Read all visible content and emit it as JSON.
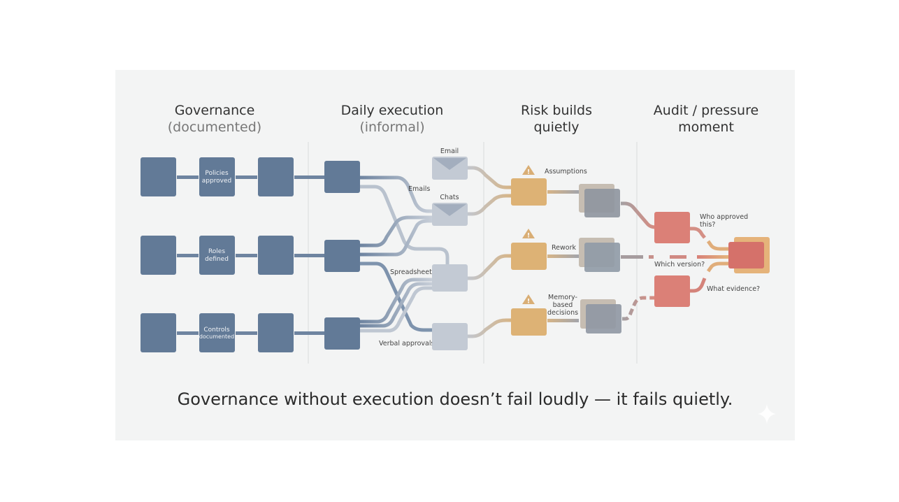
{
  "columns": [
    {
      "title": "Governance",
      "subtitle": "(documented)"
    },
    {
      "title": "Daily execution",
      "subtitle": "(informal)"
    },
    {
      "title": "Risk builds",
      "subtitle": "quietly"
    },
    {
      "title": "Audit / pressure",
      "subtitle": "moment"
    }
  ],
  "governance": {
    "rows": [
      {
        "label_line1": "Policies",
        "label_line2": "approved"
      },
      {
        "label_line1": "Roles",
        "label_line2": "defined"
      },
      {
        "label_line1": "Controls",
        "label_line2": "documented"
      }
    ]
  },
  "execution": {
    "channels": [
      {
        "label": "Email",
        "icon": "envelope-icon"
      },
      {
        "label": "Chats",
        "icon": "envelope-icon"
      },
      {
        "label": "Spreadsheets",
        "icon": "none"
      },
      {
        "label": "Verbal approvals",
        "icon": "none"
      }
    ],
    "flow_label": "Emails"
  },
  "risk": {
    "items": [
      {
        "label": "Assumptions",
        "icon": "warning-icon"
      },
      {
        "label": "Rework",
        "icon": "warning-icon"
      },
      {
        "label_lines": [
          "Memory-",
          "based",
          "decisions"
        ],
        "icon": "warning-icon"
      }
    ]
  },
  "audit": {
    "questions": [
      "Who approved",
      "this?",
      "Which version?",
      "What evidence?"
    ]
  },
  "tagline": "Governance without execution doesn’t fail loudly — it fails quietly.",
  "colors": {
    "governance": "#627a97",
    "execution_channel": "#c3cad4",
    "risk": "#ddb275",
    "audit": "#db8077",
    "audit_outer": "#e5b37a"
  }
}
